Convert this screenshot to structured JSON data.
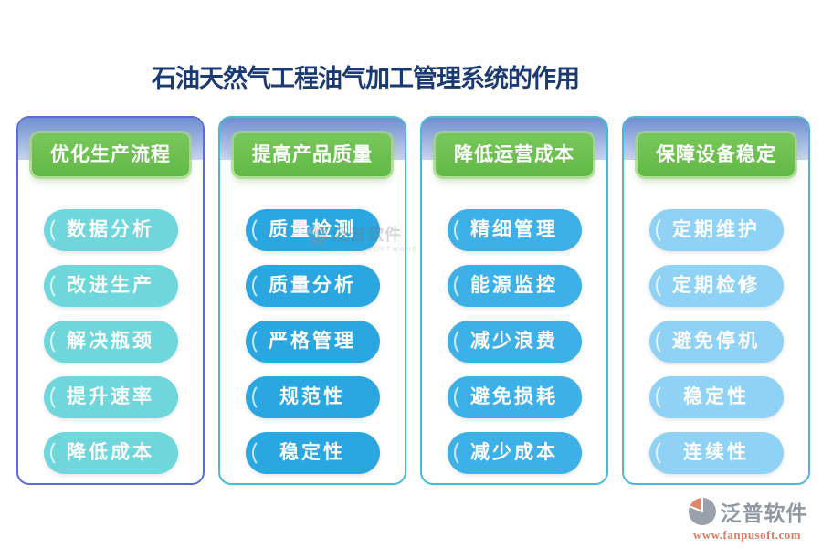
{
  "page_title": "石油天然气工程油气加工管理系统的作用",
  "columns": [
    {
      "header": "优化生产流程",
      "items": [
        "数据分析",
        "改进生产",
        "解决瓶颈",
        "提升速率",
        "降低成本"
      ],
      "pill_color": "#6fd6dc",
      "border_color": "#5a6ed4"
    },
    {
      "header": "提高产品质量",
      "items": [
        "质量检测",
        "质量分析",
        "严格管理",
        "规范性",
        "稳定性"
      ],
      "pill_color": "#2aa7e0",
      "border_color": "#43bcda"
    },
    {
      "header": "降低运营成本",
      "items": [
        "精细管理",
        "能源监控",
        "减少浪费",
        "避免损耗",
        "减少成本"
      ],
      "pill_color": "#3db0e8",
      "border_color": "#43bcda"
    },
    {
      "header": "保障设备稳定",
      "items": [
        "定期维护",
        "定期检修",
        "避免停机",
        "稳定性",
        "连续性"
      ],
      "pill_color": "#8fd2f6",
      "border_color": "#4fb3e0"
    }
  ],
  "watermark": {
    "brand": "泛普软件",
    "subtitle": "FANPU SOFTWARE"
  },
  "footer": {
    "brand": "泛普软件",
    "website": "www.fanpusoft.com"
  },
  "colors": {
    "title_text": "#1b3a74",
    "header_green": "#6cbf4e",
    "header_glow": "#a7d688",
    "band_blue_top": "#6e8fd0",
    "band_blue_bottom": "#c9d5ef",
    "pill_text": "#ffffff",
    "footer_brand_gray": "#8f97a2",
    "footer_url_coral": "#dd7b61",
    "footer_icon_coral": "#e0876c",
    "footer_icon_gray": "#99a1ab"
  }
}
